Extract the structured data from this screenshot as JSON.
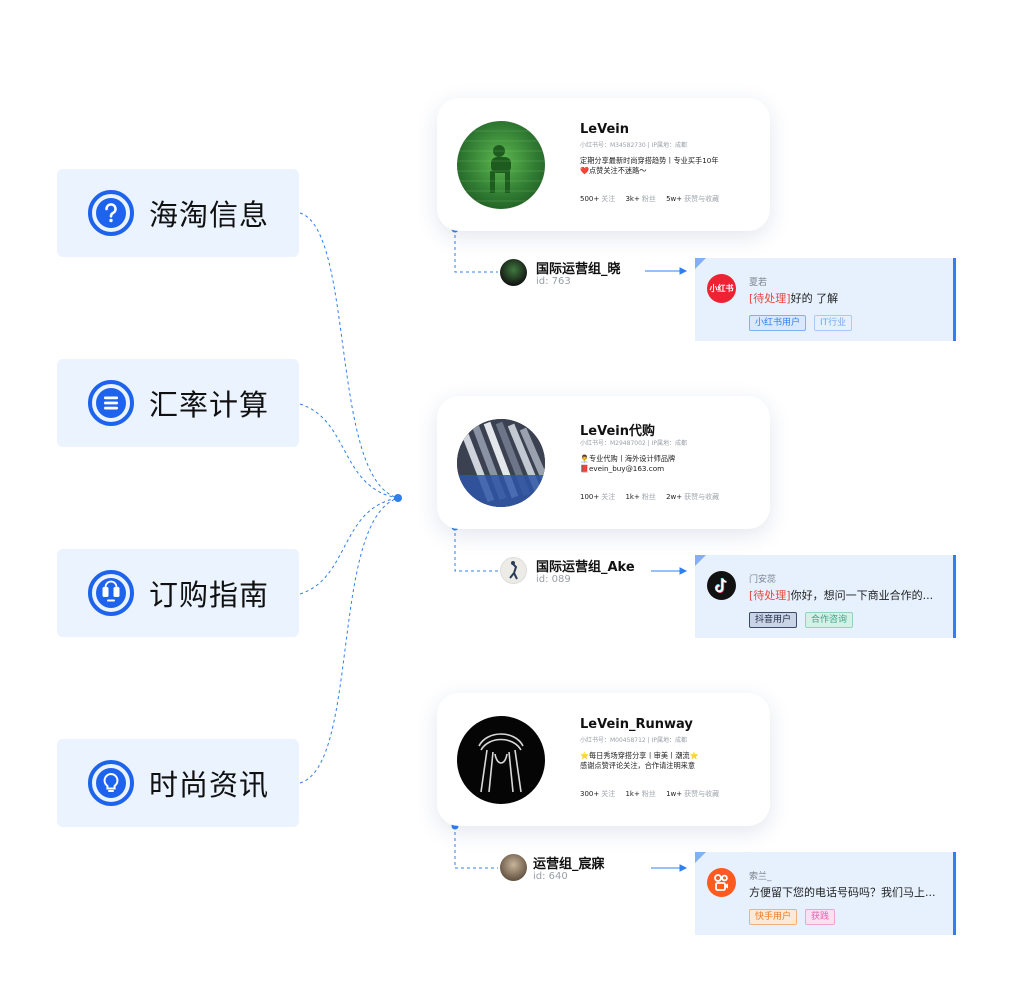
{
  "categories": [
    {
      "label": "海淘信息",
      "icon": "question-icon"
    },
    {
      "label": "汇率计算",
      "icon": "list-icon"
    },
    {
      "label": "订购指南",
      "icon": "headset-icon"
    },
    {
      "label": "时尚资讯",
      "icon": "lightbulb-icon"
    }
  ],
  "profiles": [
    {
      "name": "LeVein",
      "meta": "小红书号：M34582730  |  IP属地：成都",
      "bio": [
        "定期分享最新时尚穿搭趋势丨专业买手10年",
        "❤️点赞关注不迷路～"
      ],
      "stats": {
        "following": "500+",
        "following_label": "关注",
        "fans": "3k+",
        "fans_label": "粉丝",
        "likes": "5w+",
        "likes_label": "获赞与收藏"
      },
      "operator": {
        "name": "国际运营组_晓",
        "id": "id: 763"
      },
      "message": {
        "sender": "夏若",
        "status": "[待处理]",
        "text": "好的 了解",
        "platform": "xiaohongshu-icon",
        "platform_text": "小红书",
        "tags": [
          {
            "label": "小红书用户"
          },
          {
            "label": "IT行业"
          }
        ]
      }
    },
    {
      "name": "LeVein代购",
      "meta": "小红书号：M29487002  |  IP属地：成都",
      "bio": [
        "👨‍💼专业代购丨海外设计师品牌",
        "📕evein_buy@163.com"
      ],
      "stats": {
        "following": "100+",
        "following_label": "关注",
        "fans": "1k+",
        "fans_label": "粉丝",
        "likes": "2w+",
        "likes_label": "获赞与收藏"
      },
      "operator": {
        "name": "国际运营组_Ake",
        "id": "id: 089"
      },
      "message": {
        "sender": "门安蕊",
        "status": "[待处理]",
        "text": "你好，想问一下商业合作的...",
        "platform": "tiktok-icon",
        "tags": [
          {
            "label": "抖音用户"
          },
          {
            "label": "合作咨询"
          }
        ]
      }
    },
    {
      "name": "LeVein_Runway",
      "meta": "小红书号：M00458712  |  IP属地：成都",
      "bio": [
        "⭐每日秀场穿搭分享丨审美丨潮流⭐",
        "感谢点赞评论关注，合作请注明来意"
      ],
      "stats": {
        "following": "300+",
        "following_label": "关注",
        "fans": "1k+",
        "fans_label": "粉丝",
        "likes": "1w+",
        "likes_label": "获赞与收藏"
      },
      "operator": {
        "name": "运营组_宸寐",
        "id": "id: 640"
      },
      "message": {
        "sender": "索兰_",
        "status": "",
        "text": "方便留下您的电话号码吗？我们马上...",
        "platform": "kuaishou-icon",
        "tags": [
          {
            "label": "快手用户"
          },
          {
            "label": "获践"
          }
        ]
      }
    }
  ],
  "colors": {
    "accent": "#2f7ff0",
    "pending": "#e5483f",
    "card_bg": "#eaf3fe"
  }
}
